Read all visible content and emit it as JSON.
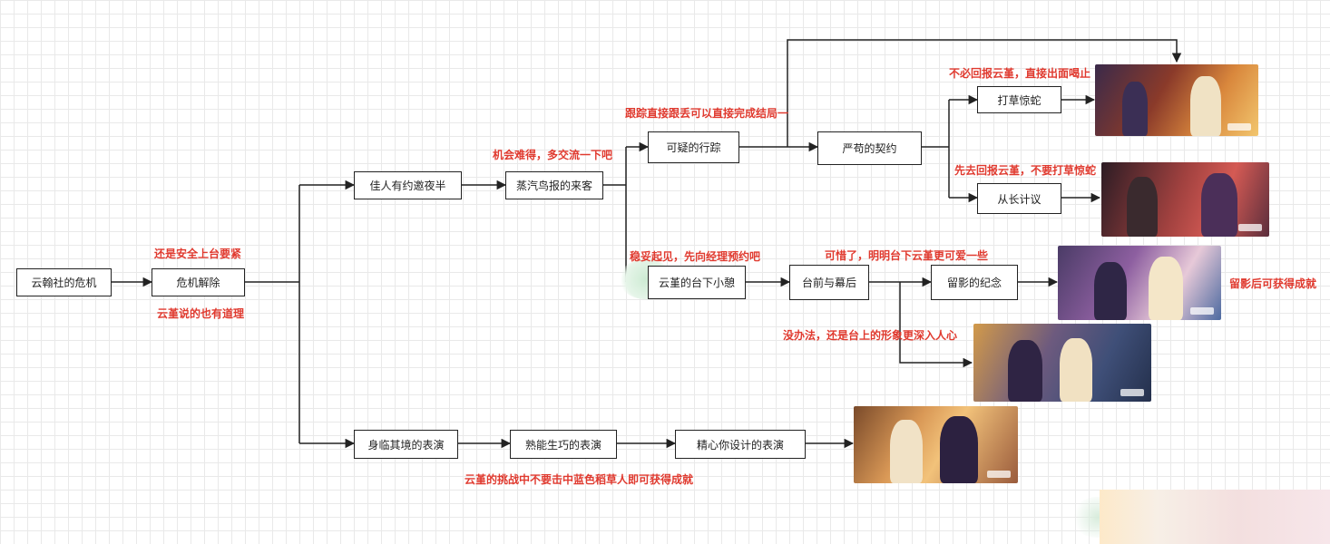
{
  "nodes": {
    "crisis": "云翰社的危机",
    "resolved": "危机解除",
    "date": "佳人有约邀夜半",
    "visitor": "蒸汽鸟报的来客",
    "trace": "可疑的行踪",
    "contract": "严苟的契约",
    "alert": "打草惊蛇",
    "plan": "从长计议",
    "backstage": "云堇的台下小憩",
    "stage": "台前与幕后",
    "memento": "留影的纪念",
    "perform1": "身临其境的表演",
    "perform2": "熟能生巧的表演",
    "perform3": "精心你设计的表演"
  },
  "notes": {
    "safety": "还是安全上台要紧",
    "reasonable": "云堇说的也有道理",
    "chance": "机会难得，多交流一下吧",
    "track": "跟踪直接跟丢可以直接完成结局一",
    "no_report": "不必回报云堇，直接出面喝止",
    "report_first": "先去回报云堇，不要打草惊蛇",
    "safe": "稳妥起见，先向经理预约吧",
    "pity": "可惜了，明明台下云堇更可爱一些",
    "photo_achievement": "留影后可获得成就",
    "no_choice": "没办法，还是台上的形象更深入人心",
    "challenge": "云堇的挑战中不要击中蓝色稻草人即可获得成就"
  },
  "colors": {
    "note": "#e03a2f",
    "line": "#222222",
    "grid": "#e9e9e9"
  }
}
